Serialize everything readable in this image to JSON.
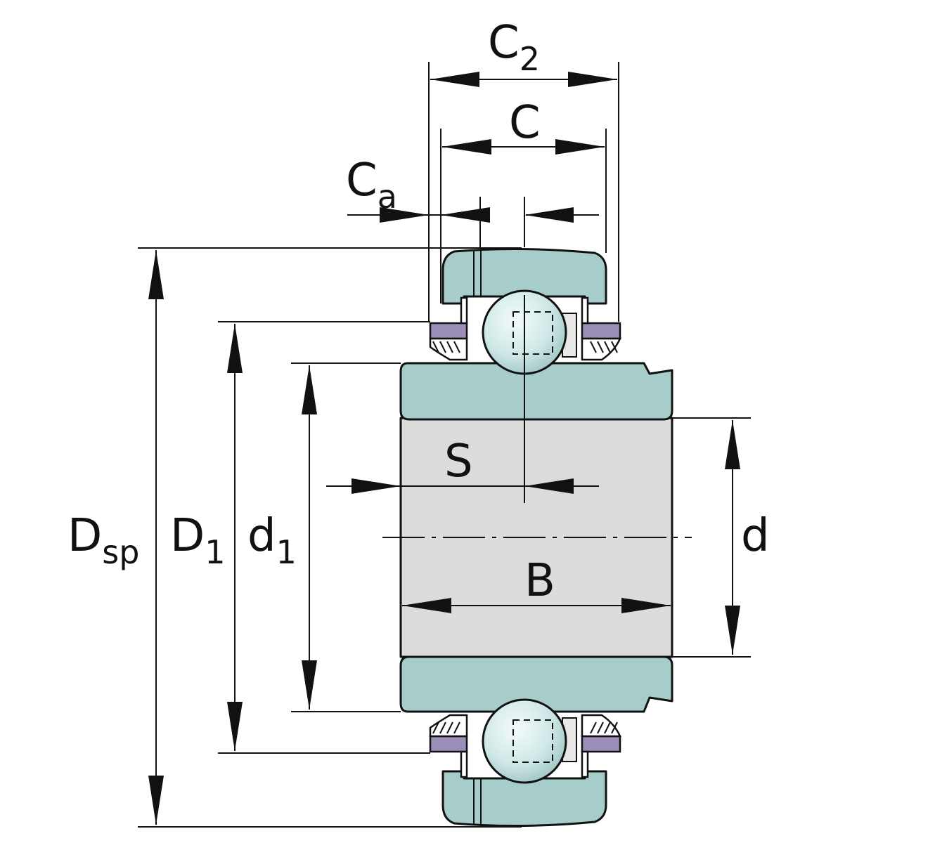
{
  "labels": {
    "C2": {
      "main": "C",
      "sub": "2"
    },
    "C": {
      "main": "C"
    },
    "Ca": {
      "main": "C",
      "sub": "a"
    },
    "S": {
      "main": "S"
    },
    "B": {
      "main": "B"
    },
    "d": {
      "main": "d"
    },
    "d1": {
      "main": "d",
      "sub": "1"
    },
    "D1": {
      "main": "D",
      "sub": "1"
    },
    "Dsp": {
      "main": "D",
      "sub": "sp"
    }
  },
  "colors": {
    "ring": "#a7cdcb",
    "seal": "#9b8fba",
    "bore": "#dcdcdc",
    "ball": "#d4eceb",
    "line": "#111111"
  }
}
